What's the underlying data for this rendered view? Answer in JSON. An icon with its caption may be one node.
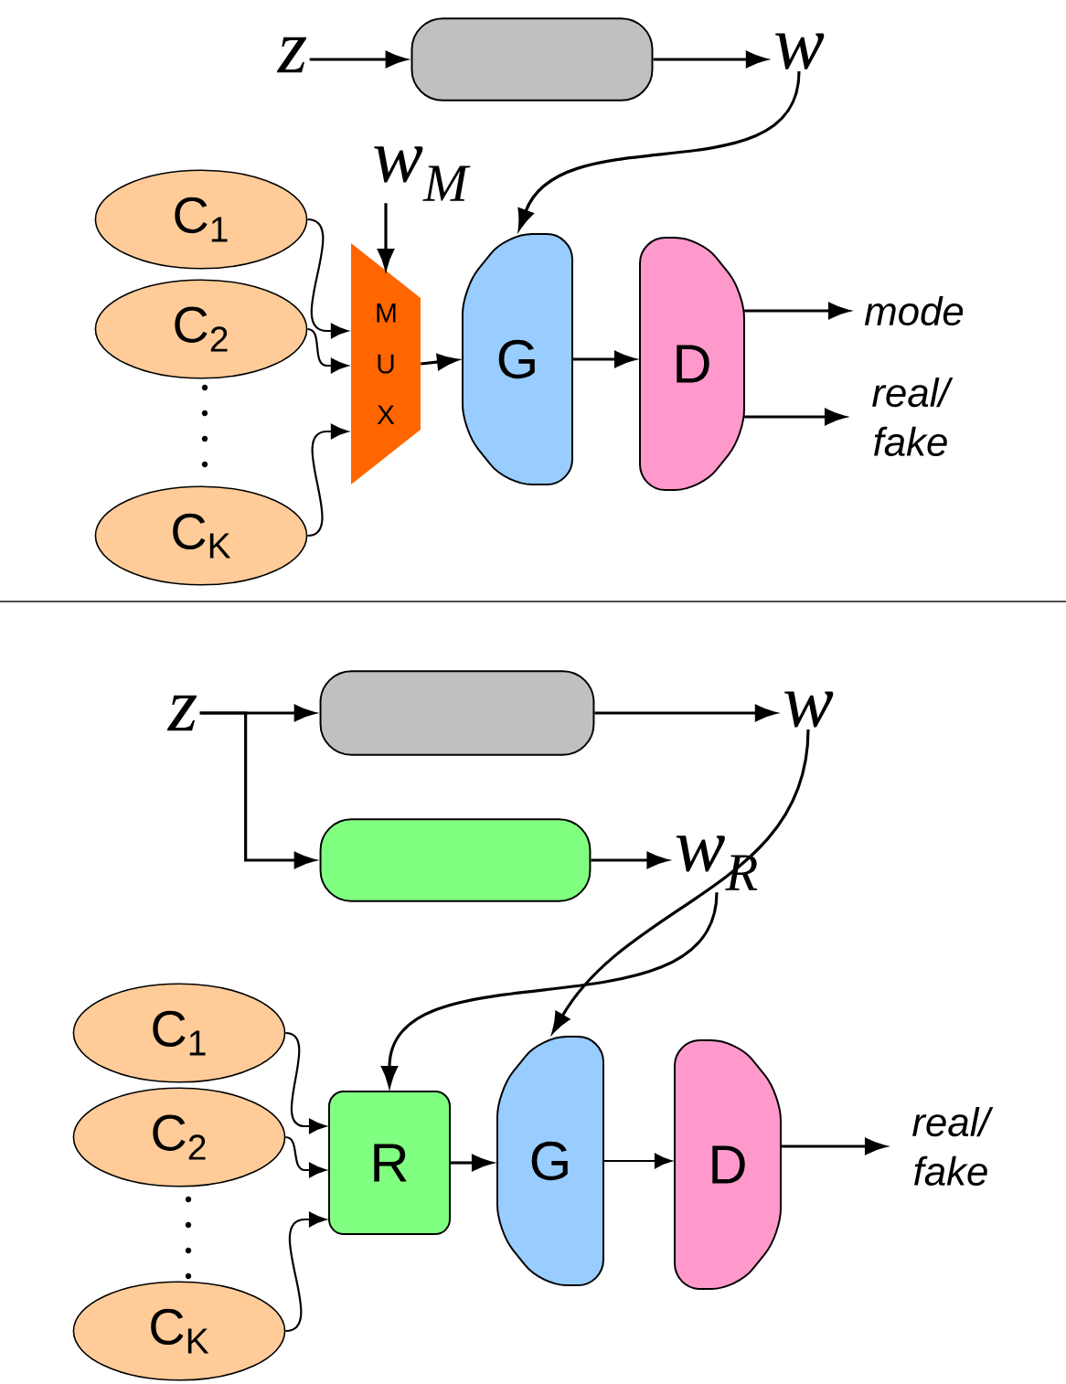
{
  "diagram": {
    "nodes": [
      {
        "text": [
          "z"
        ]
      },
      {
        "text": [],
        "shape": "box"
      },
      {
        "text": [
          "w"
        ]
      },
      {
        "text": [
          "w$_{M}$"
        ]
      },
      {
        "text": [
          "C$_{1}$"
        ]
      },
      {
        "text": [
          "C$_{2}$"
        ]
      },
      {
        "text": [
          "C$_{K}$"
        ]
      },
      {
        "text": [
          "M U X"
        ]
      },
      {
        "text": [
          "G"
        ]
      },
      {
        "text": [
          "D"
        ]
      },
      {
        "text": [
          "mode"
        ]
      },
      {
        "text": [
          "real/ fake"
        ]
      },
      {
        "text": [
          "z"
        ]
      },
      {
        "text": [],
        "shape": "box"
      },
      {
        "text": [],
        "shape": "box"
      },
      {
        "text": [
          "w"
        ]
      },
      {
        "text": [
          "w$_{R}$"
        ]
      },
      {
        "text": [
          "C$_{1}$"
        ]
      },
      {
        "text": [
          "C$_{2}$"
        ]
      },
      {
        "text": [
          "C$_{K}$"
        ]
      },
      {
        "text": [
          "R"
        ]
      },
      {
        "text": [
          "G"
        ]
      },
      {
        "text": [
          "D"
        ]
      },
      {
        "text": [
          "real/ fake"
        ]
      }
    ],
    "edges": [
      {
        "from": 0,
        "to": 1,
        "arrow": "to"
      },
      {
        "from": 1,
        "to": 2,
        "arrow": "to"
      },
      {
        "from": 2,
        "to": 8,
        "arrow": "to"
      },
      {
        "from": 3,
        "to": 7,
        "arrow": "to"
      },
      {
        "from": 4,
        "to": 7,
        "arrow": "to"
      },
      {
        "from": 5,
        "to": 7,
        "arrow": "to"
      },
      {
        "from": 6,
        "to": 7,
        "arrow": "to"
      },
      {
        "from": 7,
        "to": 8,
        "arrow": "to"
      },
      {
        "from": 8,
        "to": 9,
        "arrow": "to"
      },
      {
        "from": 9,
        "to": 10,
        "arrow": "to"
      },
      {
        "from": 9,
        "to": 11,
        "arrow": "to"
      },
      {
        "from": 12,
        "to": 13,
        "arrow": "to"
      },
      {
        "from": 12,
        "to": 14,
        "arrow": "to"
      },
      {
        "from": 13,
        "to": 15,
        "arrow": "to"
      },
      {
        "from": 14,
        "to": 16,
        "arrow": "to"
      },
      {
        "from": 16,
        "to": 20,
        "arrow": "to"
      },
      {
        "from": 15,
        "to": 21,
        "arrow": "to"
      },
      {
        "from": 17,
        "to": 20,
        "arrow": "to"
      },
      {
        "from": 18,
        "to": 20,
        "arrow": "to"
      },
      {
        "from": 19,
        "to": 20,
        "arrow": "to"
      },
      {
        "from": 20,
        "to": 21,
        "arrow": "to"
      },
      {
        "from": 21,
        "to": 22,
        "arrow": "to"
      },
      {
        "from": 22,
        "to": 23,
        "arrow": "to"
      }
    ]
  }
}
